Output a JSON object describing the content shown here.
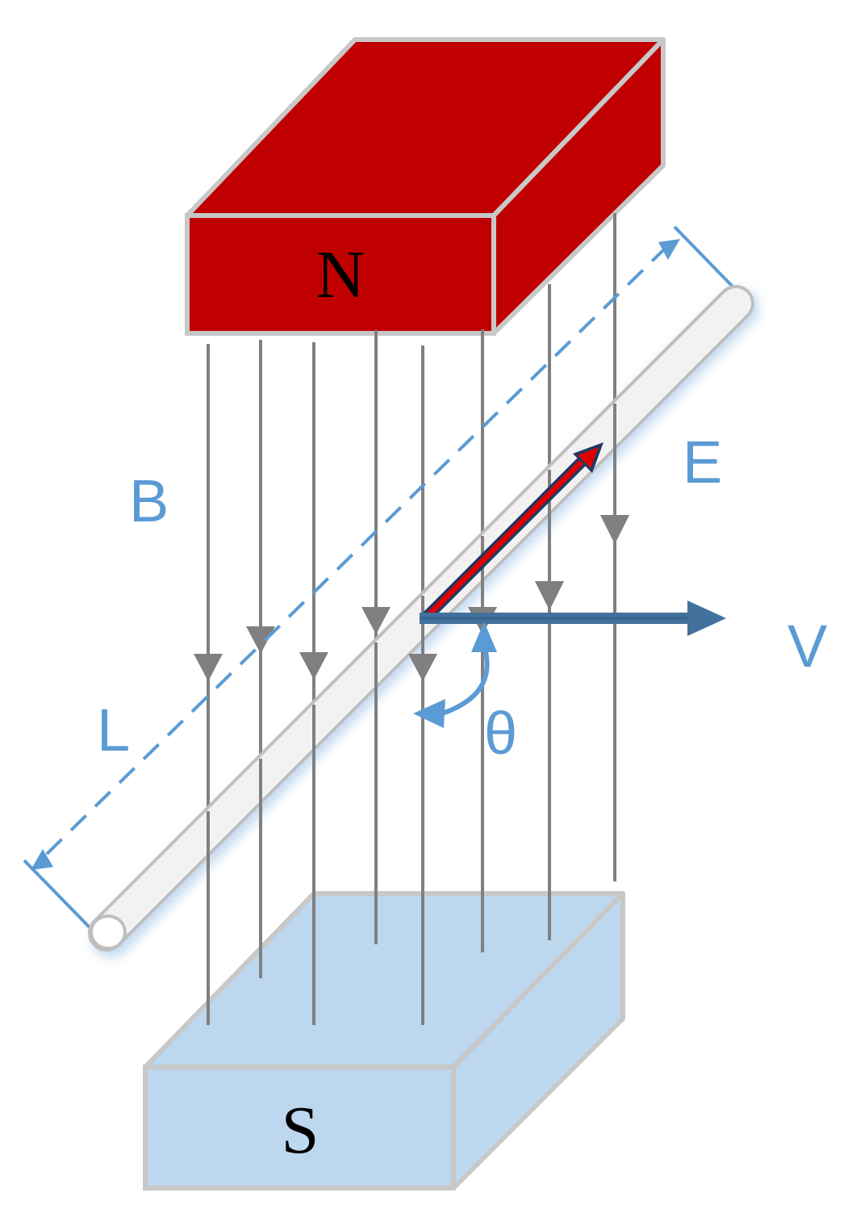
{
  "magnets": {
    "north": {
      "label": "N",
      "color": "#c00000"
    },
    "south": {
      "label": "S",
      "color": "#bdd7ee"
    }
  },
  "labels": {
    "field": "B",
    "emf": "E",
    "velocity": "V",
    "length": "L",
    "angle": "θ"
  },
  "colors": {
    "field_line": "#808080",
    "annotation": "#5b9bd5",
    "velocity_arrow": "#41719c",
    "emf_arrow": "#e00000",
    "magnet_edge": "#c8c8c8",
    "rod": "#f2f2f2"
  }
}
